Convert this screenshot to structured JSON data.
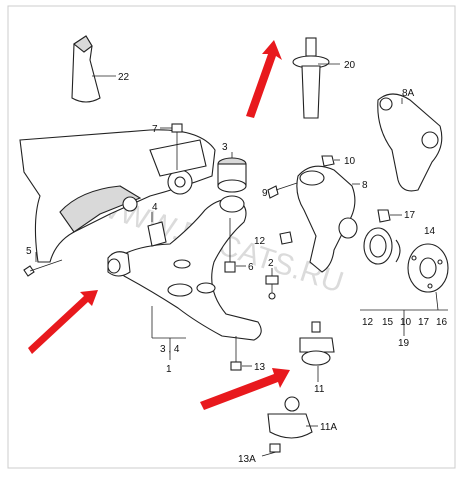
{
  "watermark": "WWW.EPCATS.RU",
  "colors": {
    "arrow": "#e8191d",
    "stroke": "#222222",
    "shade": "#d9d9d9",
    "frame": "#cccccc"
  },
  "labels": {
    "p22": "22",
    "p20": "20",
    "p8a": "8A",
    "p7": "7",
    "p3": "3",
    "p10": "10",
    "p9": "9",
    "p8": "8",
    "p4": "4",
    "p17": "17",
    "p12": "12",
    "p14": "14",
    "p5": "5",
    "p6": "6",
    "p2": "2",
    "b12": "12",
    "b15": "15",
    "b10": "10",
    "b17": "17",
    "b16": "16",
    "p19": "19",
    "p3_4": "3 , 4",
    "p1": "1",
    "p13": "13",
    "p11": "11",
    "p11a": "11A",
    "p13a": "13A"
  }
}
